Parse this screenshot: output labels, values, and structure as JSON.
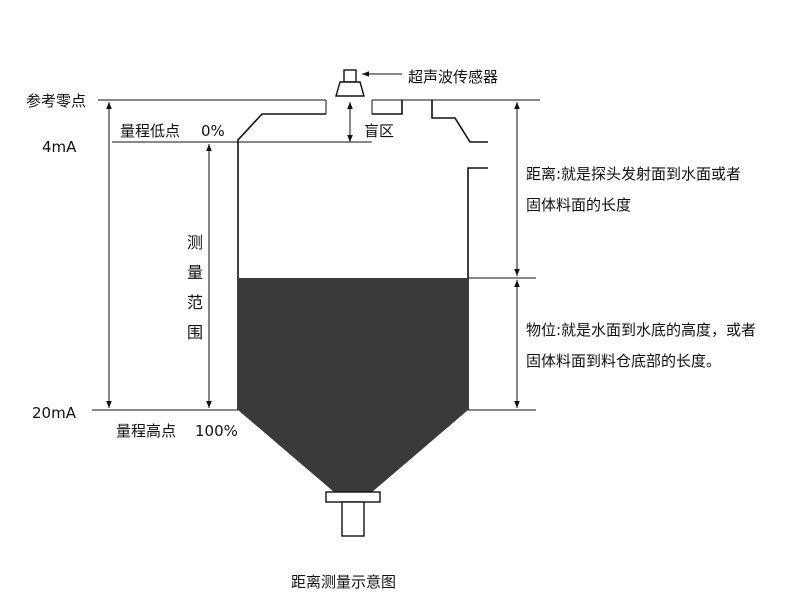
{
  "labels": {
    "reference_zero": "参考零点",
    "current_low": "4mA",
    "current_high": "20mA",
    "range_low": "量程低点",
    "range_low_pct": "0%",
    "range_high": "量程高点",
    "range_high_pct": "100%",
    "sensor": "超声波传感器",
    "blind_zone": "盲区",
    "measure_range_chars": [
      "测",
      "量",
      "范",
      "围"
    ],
    "distance_line1": "距离:就是探头发射面到水面或者",
    "distance_line2": "固体料面的长度",
    "level_line1": "物位:就是水面到水底的高度，或者",
    "level_line2": "固体料面到料仓底部的长度。",
    "caption": "距离测量示意图"
  },
  "colors": {
    "material_fill": "#3a3a3a",
    "line": "#111111",
    "background": "#ffffff"
  }
}
